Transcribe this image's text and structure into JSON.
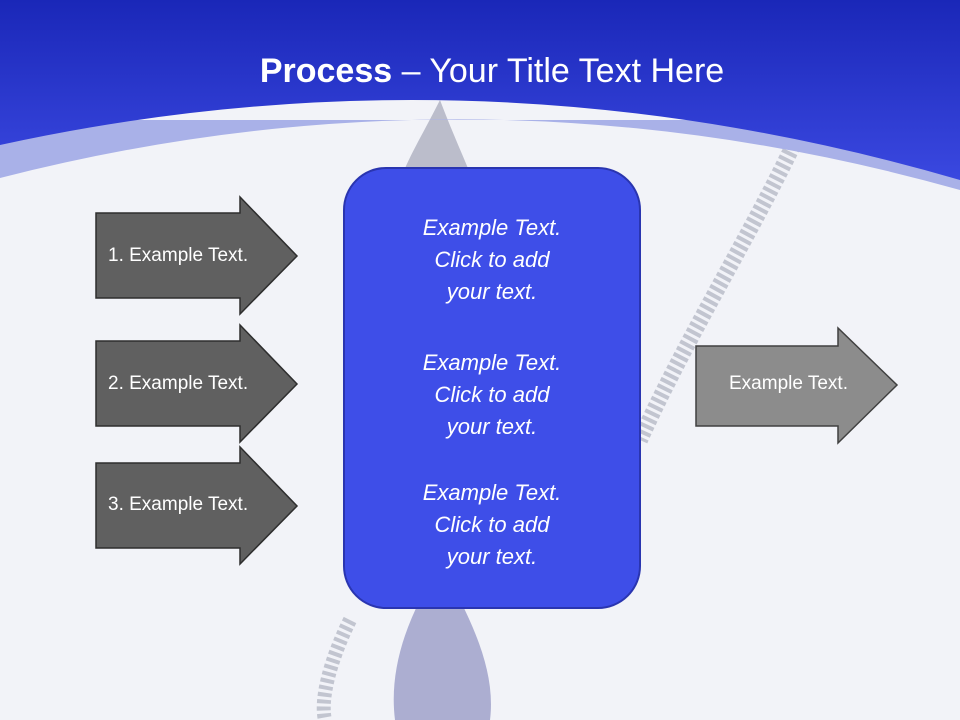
{
  "title": {
    "bold": "Process",
    "rest": " – Your Title Text Here"
  },
  "input_arrows": [
    {
      "label": "1. Example Text."
    },
    {
      "label": "2. Example Text."
    },
    {
      "label": "3. Example Text."
    }
  ],
  "center_box": {
    "blocks": [
      [
        "Example Text.",
        "Click  to add",
        "your text."
      ],
      [
        "Example Text.",
        "Click  to add",
        "your text."
      ],
      [
        "Example Text.",
        "Click  to add",
        "your text."
      ]
    ]
  },
  "output_arrow": {
    "label": "Example Text."
  },
  "colors": {
    "header_blue": "#1f2fc4",
    "box_blue": "#3e4ee8",
    "box_border": "#2a35b0",
    "input_arrow_fill": "#606060",
    "output_arrow_fill": "#8c8c8c"
  }
}
